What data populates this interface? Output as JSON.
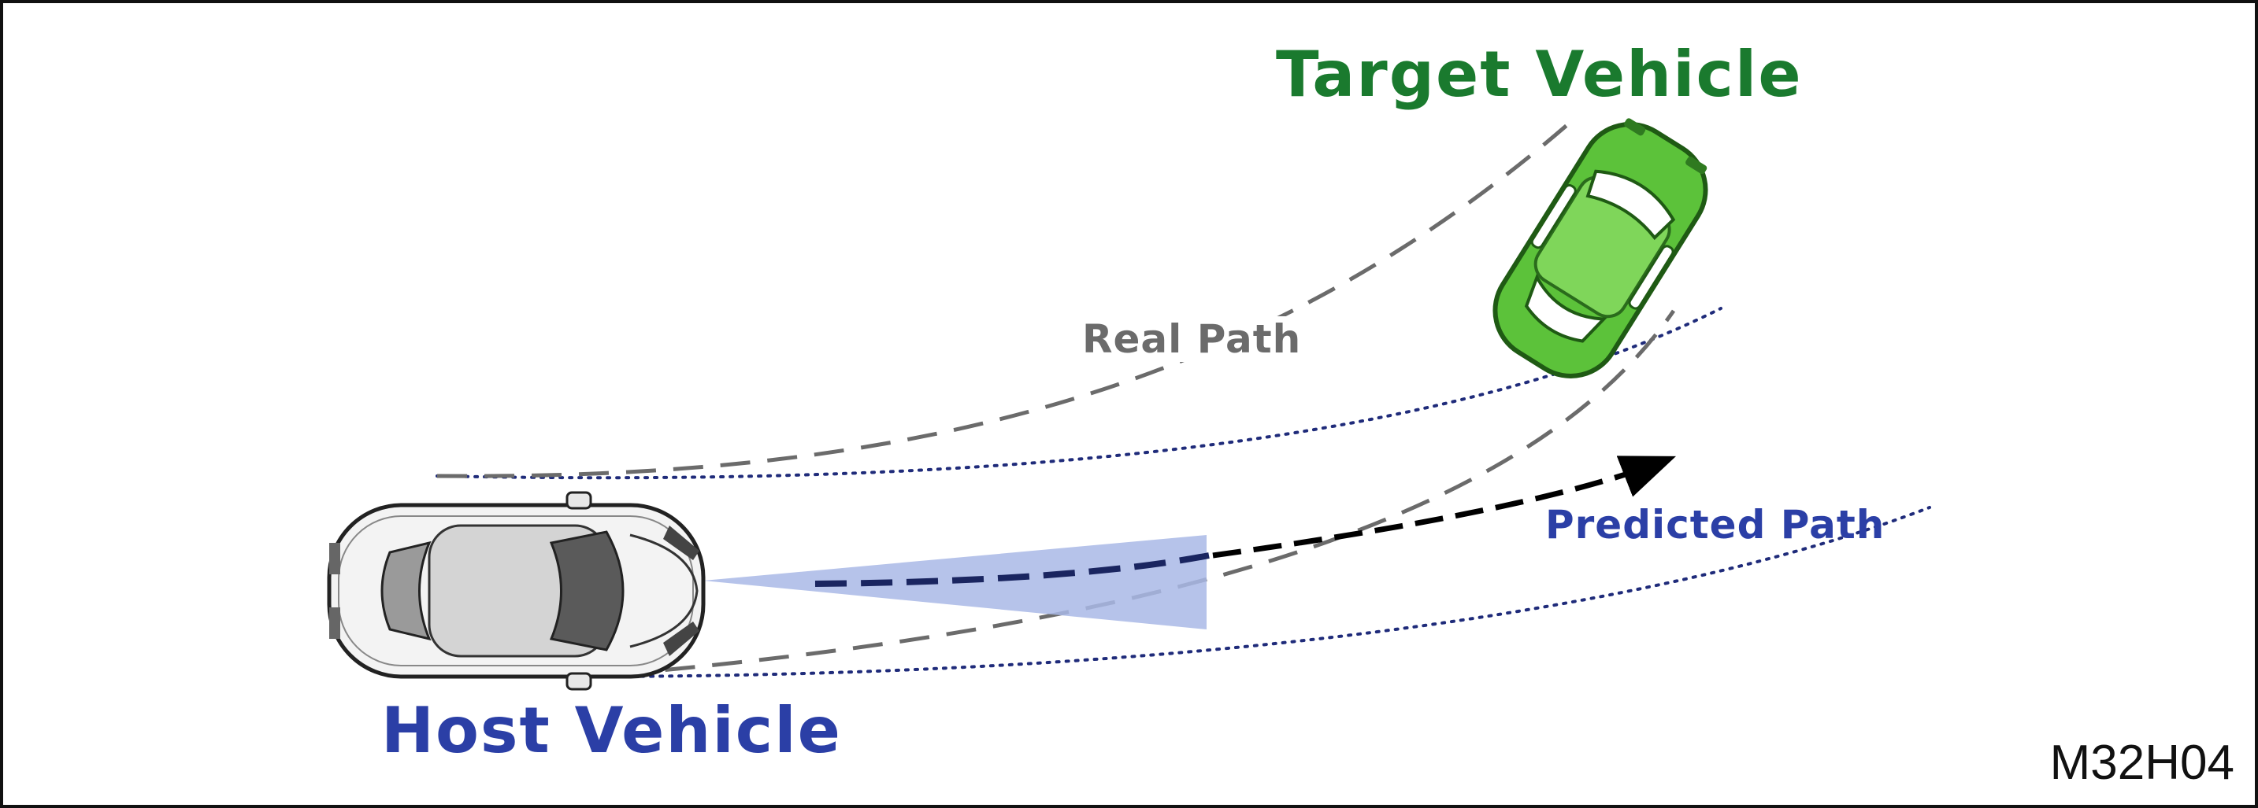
{
  "labels": {
    "target_vehicle": "Target Vehicle",
    "host_vehicle": "Host Vehicle",
    "real_path": "Real Path",
    "predicted_path": "Predicted Path",
    "figure_code": "M32H04"
  },
  "colors": {
    "target_vehicle_body": "#5cc23a",
    "target_label": "#1a7a2e",
    "host_label": "#2b3fa6",
    "real_path_line": "#6b6b6b",
    "lane_boundary": "#1f2b7a",
    "predicted_path_arrow": "#000000",
    "sensor_beam": "#a9b8e6",
    "predicted_path_in_beam": "#1a2560",
    "frame": "#111111"
  }
}
